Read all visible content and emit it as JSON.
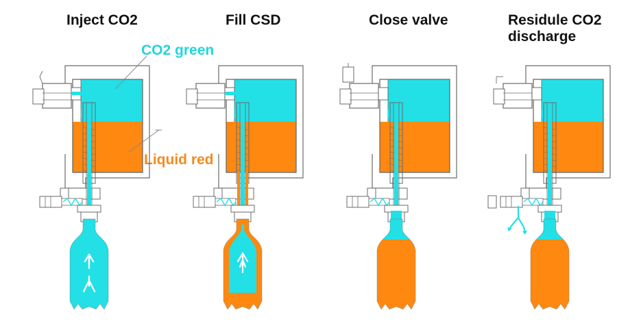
{
  "colors": {
    "co2": "#22E0E6",
    "liquid": "#FF8810",
    "outline": "#6a6a6a",
    "text": "#111111"
  },
  "panels": [
    {
      "title": "Inject CO2",
      "bottle": "co2",
      "liquid_level": 0.0,
      "valve": "open",
      "discharge": false
    },
    {
      "title": "Fill CSD",
      "bottle": "filling",
      "liquid_level": 0.12,
      "valve": "open",
      "discharge": false
    },
    {
      "title": "Close valve",
      "bottle": "full",
      "liquid_level": 0.78,
      "valve": "closed",
      "discharge": false
    },
    {
      "title": "Residule CO2\ndischarge",
      "bottle": "full",
      "liquid_level": 0.78,
      "valve": "closed",
      "discharge": true
    }
  ],
  "legend": {
    "co2_label": "CO2 green",
    "liquid_label": "Liquid red"
  }
}
